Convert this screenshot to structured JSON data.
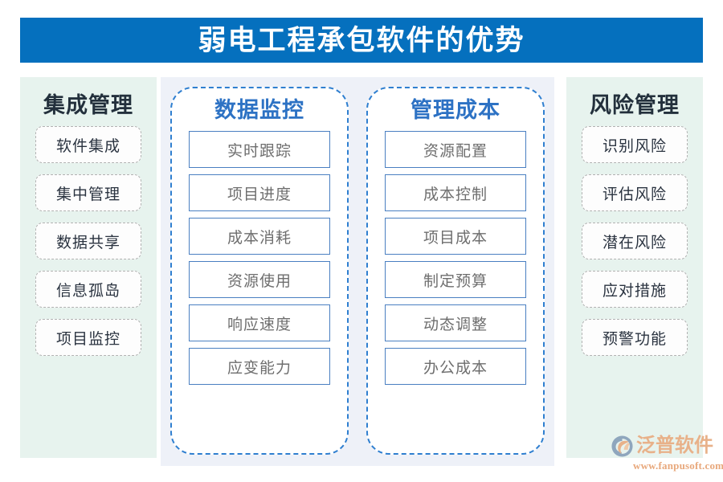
{
  "banner": {
    "title": "弱电工程承包软件的优势",
    "background_color": "#0570be",
    "text_color": "#ffffff"
  },
  "columns": {
    "left": {
      "heading": "集成管理",
      "background_color": "#e7f3ee",
      "heading_color": "#23303c",
      "items": [
        "软件集成",
        "集中管理",
        "数据共享",
        "信息孤岛",
        "项目监控"
      ]
    },
    "middle_first": {
      "heading": "数据监控",
      "heading_color": "#2d72c4",
      "border_color": "#2f7fd0",
      "items": [
        "实时跟踪",
        "项目进度",
        "成本消耗",
        "资源使用",
        "响应速度",
        "应变能力"
      ]
    },
    "middle_second": {
      "heading": "管理成本",
      "heading_color": "#2d72c4",
      "border_color": "#2f7fd0",
      "items": [
        "资源配置",
        "成本控制",
        "项目成本",
        "制定预算",
        "动态调整",
        "办公成本"
      ]
    },
    "right": {
      "heading": "风险管理",
      "background_color": "#e7f3ee",
      "heading_color": "#23303c",
      "items": [
        "识别风险",
        "评估风险",
        "潜在风险",
        "应对措施",
        "预警功能"
      ]
    }
  },
  "stage": {
    "background_color": "#eef1f8"
  },
  "logo": {
    "mark": "fanpu-swirl-icon",
    "name": "泛普软件",
    "url": "www.fanpusoft.com",
    "color": "#e8a87c"
  }
}
